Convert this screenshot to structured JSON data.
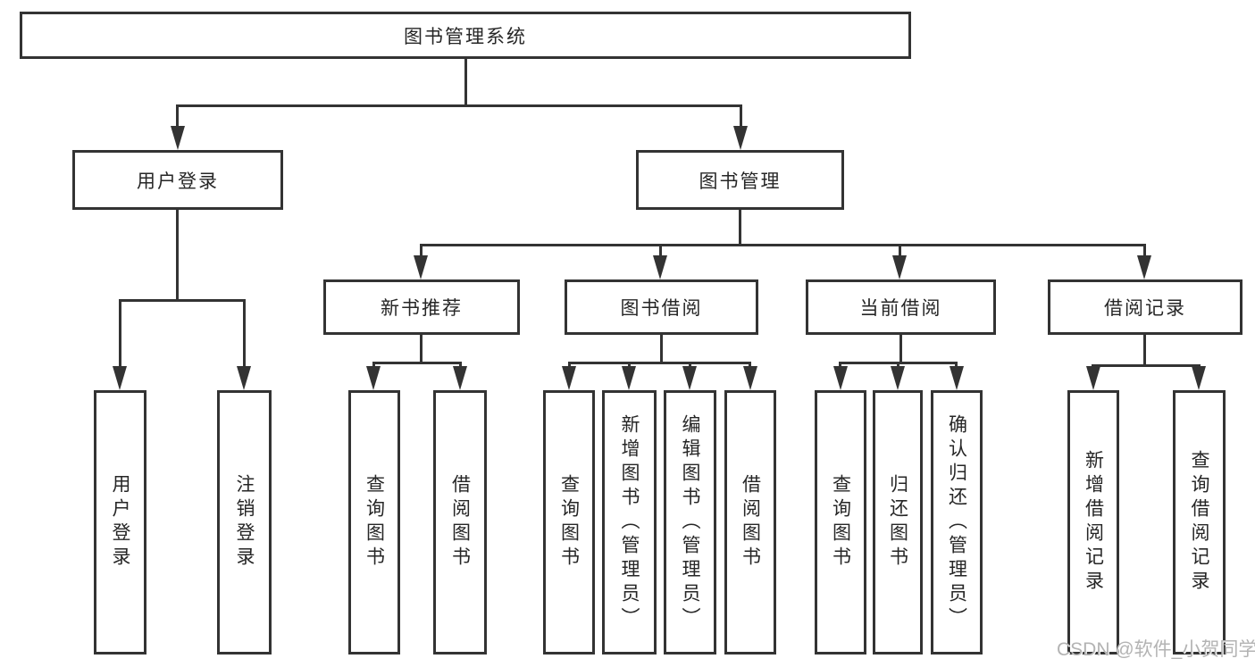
{
  "colors": {
    "line": "#333333",
    "text": "#262626",
    "watermark": "#b3b3b3",
    "background": "#ffffff"
  },
  "watermark": "CSDN @软件_小贺同学",
  "tree": {
    "label": "图书管理系统",
    "children": [
      {
        "label": "用户登录",
        "children": [
          {
            "label": "用户登录"
          },
          {
            "label": "注销登录"
          }
        ]
      },
      {
        "label": "图书管理",
        "children": [
          {
            "label": "新书推荐",
            "children": [
              {
                "label": "查询图书"
              },
              {
                "label": "借阅图书"
              }
            ]
          },
          {
            "label": "图书借阅",
            "children": [
              {
                "label": "查询图书"
              },
              {
                "label": "新增图书（管理员）"
              },
              {
                "label": "编辑图书（管理员）"
              },
              {
                "label": "借阅图书"
              }
            ]
          },
          {
            "label": "当前借阅",
            "children": [
              {
                "label": "查询图书"
              },
              {
                "label": "归还图书"
              },
              {
                "label": "确认归还（管理员）"
              }
            ]
          },
          {
            "label": "借阅记录",
            "children": [
              {
                "label": "新增借阅记录"
              },
              {
                "label": "查询借阅记录"
              }
            ]
          }
        ]
      }
    ]
  }
}
